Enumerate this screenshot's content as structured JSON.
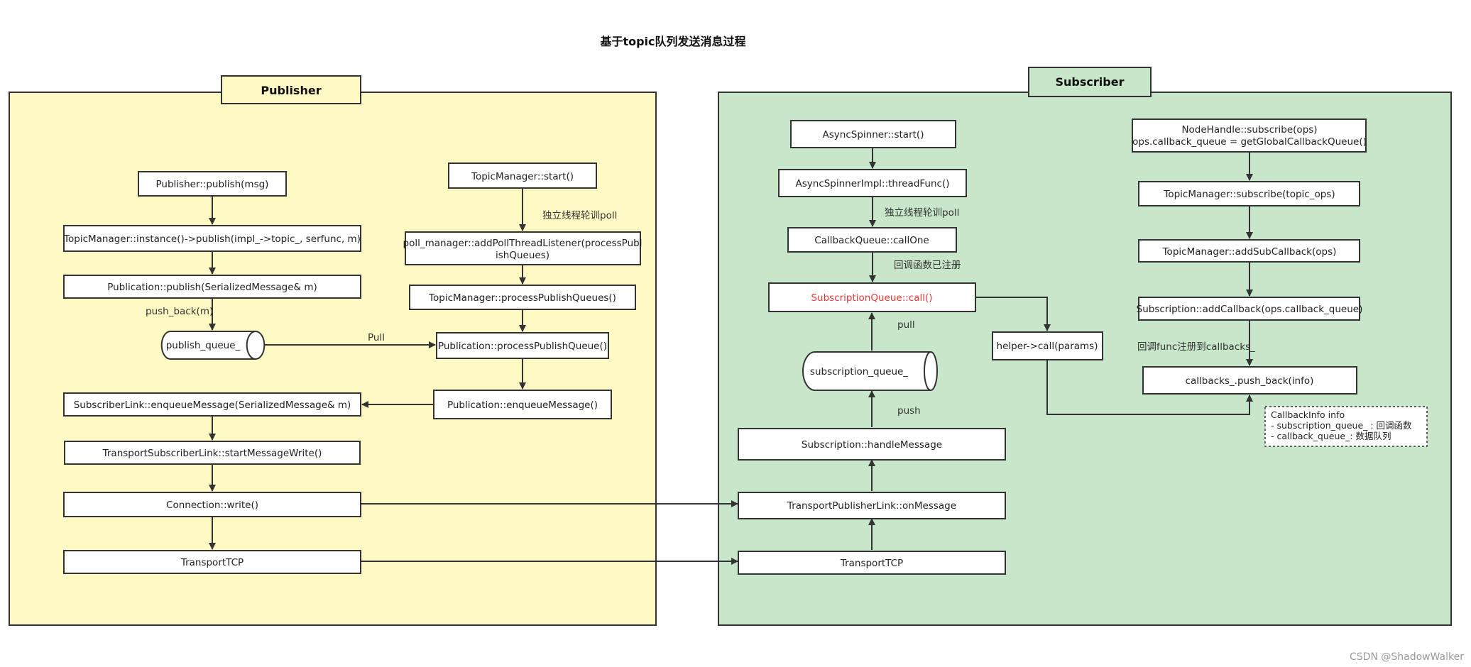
{
  "title": "基于topic队列发送消息过程",
  "watermark": "CSDN @ShadowWalker",
  "colors": {
    "publisher_lane": "#fff9c4",
    "subscriber_lane": "#c8e6c9",
    "stroke": "#333333",
    "highlight_text": "#e53935"
  },
  "lanes": {
    "publisher": "Publisher",
    "subscriber": "Subscriber"
  },
  "nodes": {
    "pub_publish": "Publisher::publish(msg)",
    "tm_instance_publish": "TopicManager::instance()->publish(impl_->topic_, serfunc, m)",
    "publication_publish": "Publication::publish(SerializedMessage& m)",
    "publish_queue": "publish_queue_",
    "sublink_enqueue": "SubscriberLink::enqueueMessage(SerializedMessage& m)",
    "transport_sublink_write": "TransportSubscriberLink::startMessageWrite()",
    "connection_write": "Connection::write()",
    "pub_transport_tcp": "TransportTCP",
    "tm_start": "TopicManager::start()",
    "poll_add_line1": "poll_manager::addPollThreadListener(processPubl",
    "poll_add_line2": "ishQueues)",
    "tm_process_queues": "TopicManager::processPublishQueues()",
    "publication_process_queue": "Publication::processPublishQueue()",
    "publication_enqueue": "Publication::enqueueMessage()",
    "spinner_start": "AsyncSpinner::start()",
    "spinner_thread": "AsyncSpinnerImpl::threadFunc()",
    "callback_call_one": "CallbackQueue::callOne",
    "subscription_queue_call": "SubscriptionQueue::call()",
    "subscription_queue": "subscription_queue_",
    "subscription_handle": "Subscription::handleMessage",
    "transport_publink_onmsg": "TransportPublisherLink::onMessage",
    "sub_transport_tcp": "TransportTCP",
    "helper_call": "helper->call(params)",
    "nh_subscribe_line1": "NodeHandle::subscribe(ops)",
    "nh_subscribe_line2": "ops.callback_queue = getGlobalCallbackQueue()",
    "tm_subscribe": "TopicManager::subscribe(topic_ops)",
    "tm_add_sub_callback": "TopicManager::addSubCallback(ops)",
    "subscription_add_callback": "Subscription::addCallback(ops.callback_queue)",
    "callbacks_push_back": "callbacks_.push_back(info)"
  },
  "edge_labels": {
    "push_back": "push_back(m)",
    "pull_pub": "Pull",
    "poll_thread_pub": "独立线程轮训poll",
    "poll_thread_sub": "独立线程轮训poll",
    "callback_registered": "回调函数已注册",
    "pull_sub": "pull",
    "push_sub": "push",
    "func_register": "回调func注册到callbacks_"
  },
  "note": {
    "line1": "CallbackInfo info",
    "line2": "- subscription_queue_ : 回调函数",
    "line3": "- callback_queue_: 数据队列"
  }
}
